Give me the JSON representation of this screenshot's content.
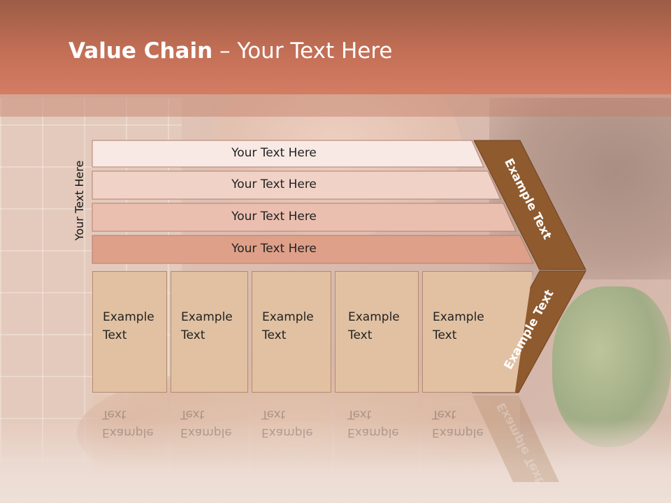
{
  "slide": {
    "title_bold": "Value Chain",
    "title_rest": " – Your Text Here",
    "side_label": "Your Text Here",
    "rows": [
      "Your Text Here",
      "Your Text Here",
      "Your Text Here",
      "Your Text Here"
    ],
    "cells": [
      {
        "line1": "Example",
        "line2": "Text"
      },
      {
        "line1": "Example",
        "line2": "Text"
      },
      {
        "line1": "Example",
        "line2": "Text"
      },
      {
        "line1": "Example",
        "line2": "Text"
      },
      {
        "line1": "Example",
        "line2": "Text"
      }
    ],
    "chevron_upper": "Example Text",
    "chevron_lower": "Example Text"
  },
  "colors": {
    "header": "#c36f56",
    "row1": "#f8e9e4",
    "row2": "#f1d2c7",
    "row3": "#ebbfb0",
    "row4": "#dfa089",
    "cell": "#e1c1a2",
    "chevron": "#8e5a2e"
  }
}
